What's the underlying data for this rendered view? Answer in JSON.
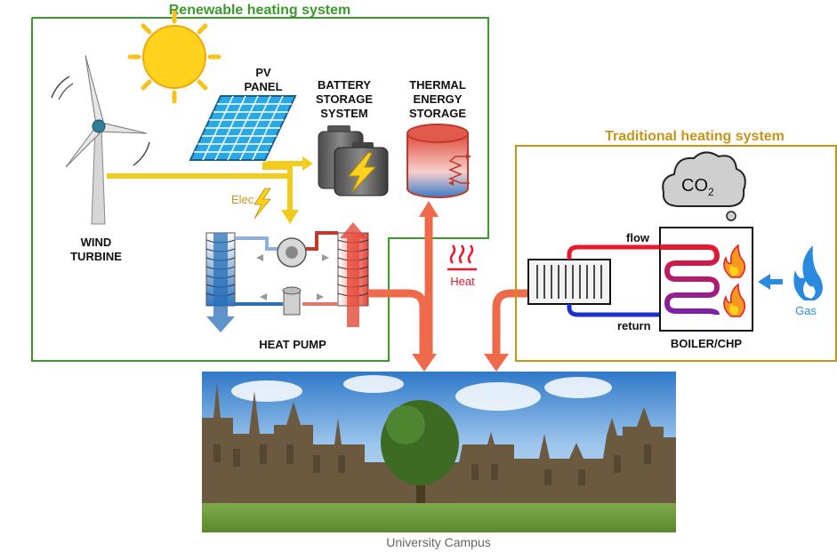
{
  "renewable": {
    "title": "Renewable heating system",
    "wind_line1": "WIND",
    "wind_line2": "TURBINE",
    "pv_line1": "PV",
    "pv_line2": "PANEL",
    "battery_line1": "BATTERY",
    "battery_line2": "STORAGE",
    "battery_line3": "SYSTEM",
    "thermal_line1": "THERMAL",
    "thermal_line2": "ENERGY",
    "thermal_line3": "STORAGE",
    "elec": "Elec",
    "heat_pump": "HEAT PUMP"
  },
  "heat": "Heat",
  "traditional": {
    "title": "Traditional heating system",
    "co2_main": "CO",
    "co2_sub": "2",
    "flow": "flow",
    "return": "return",
    "boiler": "BOILER/CHP",
    "gas": "Gas"
  },
  "campus": {
    "label": "University Campus"
  },
  "colors": {
    "renewable_green": "#3a9a2a",
    "traditional_gold": "#c89418",
    "elec_yellow": "#f2cc1c",
    "heat_orange": "#ef6a4a",
    "flow_red": "#e8192c",
    "return_blue": "#1e2fcf",
    "gas_blue": "#2a8ae0"
  }
}
